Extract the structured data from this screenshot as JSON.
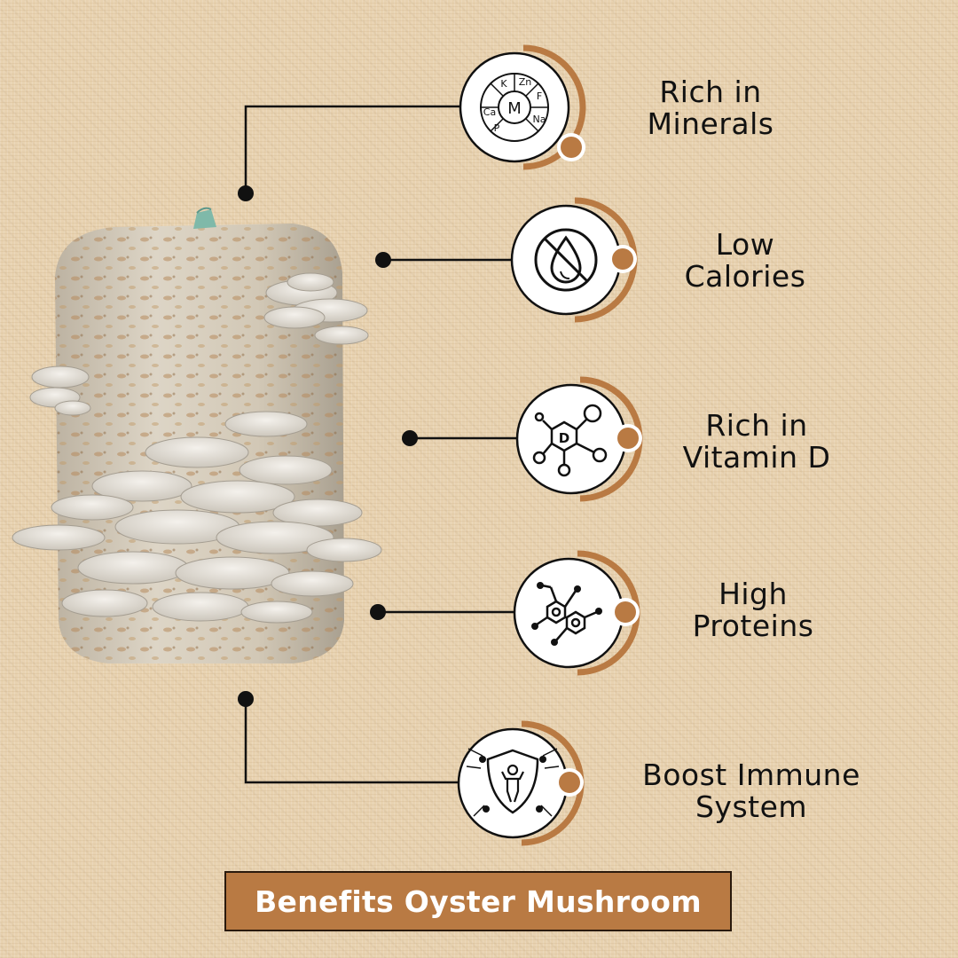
{
  "colors": {
    "accent": "#b97a43",
    "line": "#111111",
    "background": "#e8d2b0"
  },
  "benefits": [
    {
      "icon": "minerals-icon",
      "line1": "Rich in",
      "line2": "Minerals",
      "mineral_letters": [
        "K",
        "Zn",
        "F",
        "Na",
        "P",
        "Ca",
        "M"
      ]
    },
    {
      "icon": "no-fat-drop-icon",
      "line1": "Low",
      "line2": "Calories"
    },
    {
      "icon": "vitamin-d-molecule-icon",
      "line1": "Rich in",
      "line2": "Vitamin D",
      "vitamin_letter": "D"
    },
    {
      "icon": "protein-molecule-icon",
      "line1": "High",
      "line2": "Proteins"
    },
    {
      "icon": "immune-shield-icon",
      "line1": "Boost Immune",
      "line2": "System"
    }
  ],
  "footer": {
    "title": "Benefits Oyster Mushroom"
  }
}
